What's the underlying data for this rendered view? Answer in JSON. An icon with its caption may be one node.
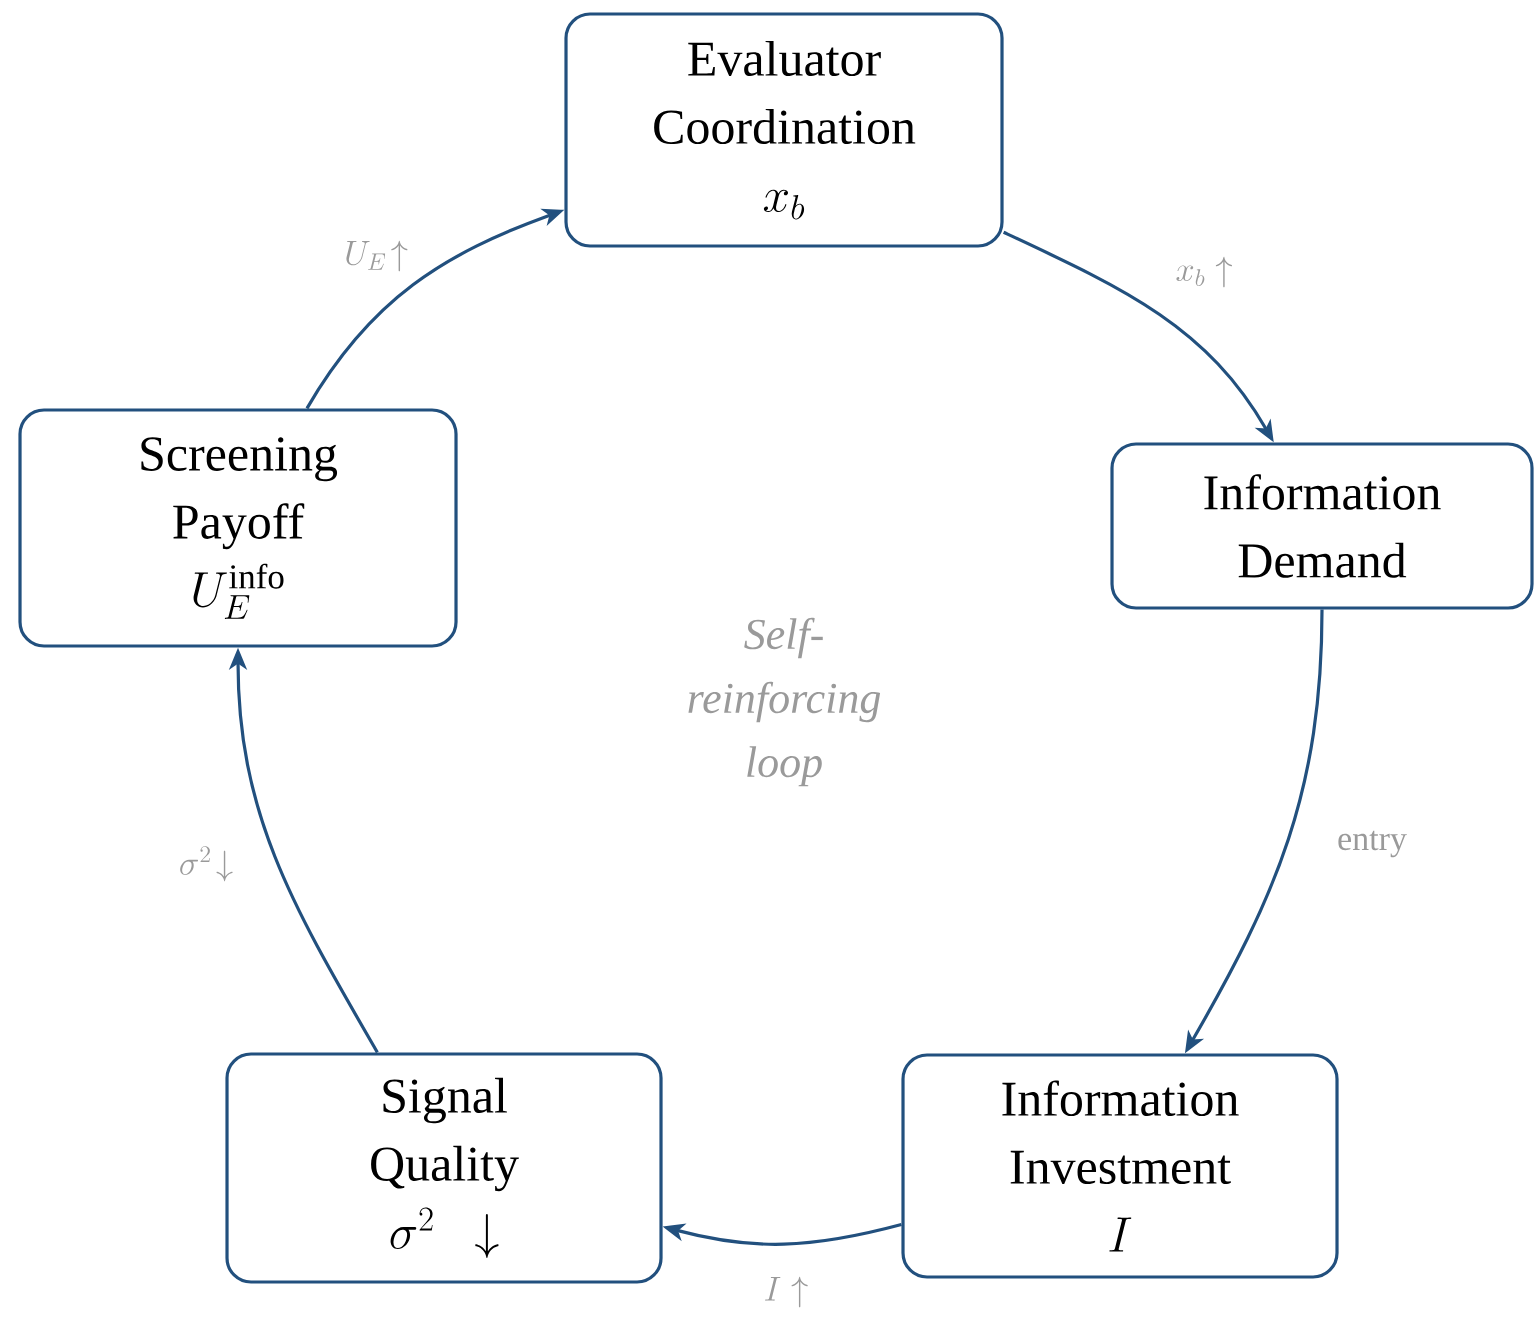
{
  "diagram": {
    "nodes": [
      {
        "text": [
          "Evaluator Coordination",
          "x_b"
        ]
      },
      {
        "text": [
          "Information Demand"
        ]
      },
      {
        "text": [
          "Information Investment",
          "I"
        ]
      },
      {
        "text": [
          "Signal Quality",
          "\\sigma^2 \\ \\downarrow"
        ]
      },
      {
        "text": [
          "Screening Payoff",
          "U_E^{\\mathrm{info}}"
        ]
      }
    ],
    "edges": [
      {
        "from": 0,
        "to": 1,
        "arrow": "to",
        "label": "x_b\\uparrow"
      },
      {
        "from": 1,
        "to": 2,
        "arrow": "to",
        "label": "entry"
      },
      {
        "from": 2,
        "to": 3,
        "arrow": "to",
        "label": "I\\uparrow"
      },
      {
        "from": 3,
        "to": 4,
        "arrow": "to",
        "label": "\\sigma^2\\!\\downarrow"
      },
      {
        "from": 4,
        "to": 0,
        "arrow": "to",
        "label": "U_E\\!\\uparrow"
      }
    ],
    "labels": [
      "Self-reinforcing loop"
    ]
  }
}
